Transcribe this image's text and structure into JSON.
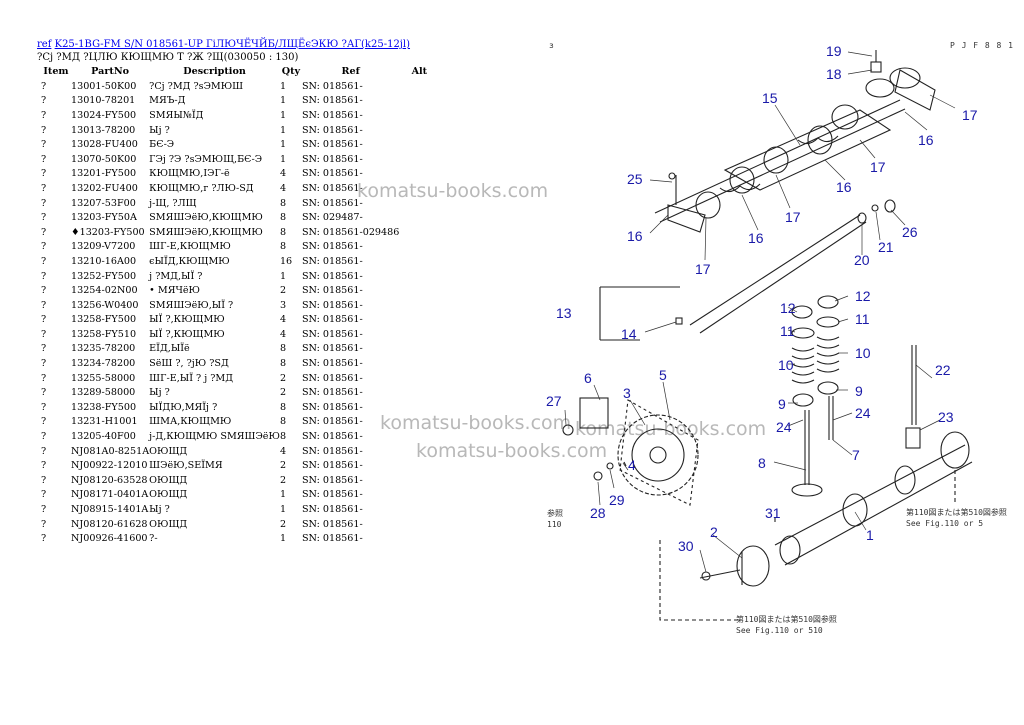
{
  "header": {
    "link_text": "ref",
    "title": "K25-1BG-FM S/N 018561-UP ГіЛЮЧЁЧЙБ/ЛЩЁєЭКЮ ?АГ(k25-12jl)",
    "subtitle": "?Cj ?МД ?ЦЛЮ КЮЩМЮ Т ?Ж ?Щ(030050 : 130)"
  },
  "table": {
    "headers": [
      "Item",
      "PartNo",
      "Description",
      "Qty",
      "Ref",
      "Alt"
    ],
    "rows": [
      {
        "item": "?",
        "part": "13001-50K00",
        "desc": "?Cj ?МД ?sЭМЮШ",
        "qty": "1",
        "ref": "SN: 018561-"
      },
      {
        "item": "?",
        "part": "13010-78201",
        "desc": "МЯЪ-Д",
        "qty": "1",
        "ref": "SN: 018561-"
      },
      {
        "item": "?",
        "part": "13024-FY500",
        "desc": "SМЯЫ№ЇД",
        "qty": "1",
        "ref": "SN: 018561-"
      },
      {
        "item": "?",
        "part": "13013-78200",
        "desc": "Ыj ?",
        "qty": "1",
        "ref": "SN: 018561-"
      },
      {
        "item": "?",
        "part": "13028-FU400",
        "desc": "БЄ-Э",
        "qty": "1",
        "ref": "SN: 018561-"
      },
      {
        "item": "?",
        "part": "13070-50K00",
        "desc": "ГЭj ?Э ?sЭМЮЩ,БЄ-Э",
        "qty": "1",
        "ref": "SN: 018561-"
      },
      {
        "item": "?",
        "part": "13201-FY500",
        "desc": "КЮЩМЮ,ІЭГ-ё",
        "qty": "4",
        "ref": "SN: 018561-"
      },
      {
        "item": "?",
        "part": "13202-FU400",
        "desc": "КЮЩМЮ,г ?ЛЮ-SД",
        "qty": "4",
        "ref": "SN: 018561-"
      },
      {
        "item": "?",
        "part": "13207-53F00",
        "desc": "j-Щ, ?ЛЩ",
        "qty": "8",
        "ref": "SN: 018561-"
      },
      {
        "item": "?",
        "part": "13203-FY50A",
        "desc": "SМЯШЭёЮ,КЮЩМЮ",
        "qty": "8",
        "ref": "SN: 029487-"
      },
      {
        "item": "?",
        "part": "♦13203-FY500",
        "desc": "SМЯШЭёЮ,КЮЩМЮ",
        "qty": "8",
        "ref": "SN: 018561-029486"
      },
      {
        "item": "?",
        "part": "13209-V7200",
        "desc": "ШГ-Е,КЮЩМЮ",
        "qty": "8",
        "ref": "SN: 018561-"
      },
      {
        "item": "?",
        "part": "13210-16A00",
        "desc": "єЫЇД,КЮЩМЮ",
        "qty": "16",
        "ref": "SN: 018561-"
      },
      {
        "item": "?",
        "part": "13252-FY500",
        "desc": "j ?МД,ЫЇ ?",
        "qty": "1",
        "ref": "SN: 018561-"
      },
      {
        "item": "?",
        "part": "13254-02N00",
        "desc": "• МЯЧёЮ",
        "qty": "2",
        "ref": "SN: 018561-"
      },
      {
        "item": "?",
        "part": "13256-W0400",
        "desc": "SМЯШЭёЮ,ЫЇ ?",
        "qty": "3",
        "ref": "SN: 018561-"
      },
      {
        "item": "?",
        "part": "13258-FY500",
        "desc": "ЫЇ ?,КЮЩМЮ",
        "qty": "4",
        "ref": "SN: 018561-"
      },
      {
        "item": "?",
        "part": "13258-FY510",
        "desc": "ЫЇ ?,КЮЩМЮ",
        "qty": "4",
        "ref": "SN: 018561-"
      },
      {
        "item": "?",
        "part": "13235-78200",
        "desc": "ЕЇД,ЫЇё",
        "qty": "8",
        "ref": "SN: 018561-"
      },
      {
        "item": "?",
        "part": "13234-78200",
        "desc": "SёШ ?, ?jЮ ?SД",
        "qty": "8",
        "ref": "SN: 018561-"
      },
      {
        "item": "?",
        "part": "13255-58000",
        "desc": "ШГ-Е,ЫЇ ? j ?МД",
        "qty": "2",
        "ref": "SN: 018561-"
      },
      {
        "item": "?",
        "part": "13289-58000",
        "desc": "Ыj ?",
        "qty": "2",
        "ref": "SN: 018561-"
      },
      {
        "item": "?",
        "part": "13238-FY500",
        "desc": "ЫЇДЮ,МЯЇj ?",
        "qty": "8",
        "ref": "SN: 018561-"
      },
      {
        "item": "?",
        "part": "13231-H1001",
        "desc": "ШМА,КЮЩМЮ",
        "qty": "8",
        "ref": "SN: 018561-"
      },
      {
        "item": "?",
        "part": "13205-40F00",
        "desc": "j-Д,КЮЩМЮ SМЯШЭёЮ",
        "qty": "8",
        "ref": "SN: 018561-"
      },
      {
        "item": "?",
        "part": "NJ081A0-8251A",
        "desc": "ОЮЩД",
        "qty": "4",
        "ref": "SN: 018561-"
      },
      {
        "item": "?",
        "part": "NJ00922-12010",
        "desc": "ШЭёЮ,SЕЇМЯ",
        "qty": "2",
        "ref": "SN: 018561-"
      },
      {
        "item": "?",
        "part": "NJ08120-63528",
        "desc": "ОЮЩД",
        "qty": "2",
        "ref": "SN: 018561-"
      },
      {
        "item": "?",
        "part": "NJ08171-0401A",
        "desc": "ОЮЩД",
        "qty": "1",
        "ref": "SN: 018561-"
      },
      {
        "item": "?",
        "part": "NJ08915-1401A",
        "desc": "Ыj ?",
        "qty": "1",
        "ref": "SN: 018561-"
      },
      {
        "item": "?",
        "part": "NJ08120-61628",
        "desc": "ОЮЩД",
        "qty": "2",
        "ref": "SN: 018561-"
      },
      {
        "item": "?",
        "part": "NJ00926-41600",
        "desc": "?-",
        "qty": "1",
        "ref": "SN: 018561-"
      }
    ]
  },
  "watermarks": [
    "komatsu-books.com",
    "komatsu-books.com",
    "komatsu-books.com",
    "komatsu-books.com"
  ],
  "diagram": {
    "page_code": "P J F 8 8 1",
    "corner_mark": "з",
    "callouts": [
      "19",
      "18",
      "17",
      "16",
      "15",
      "17",
      "16",
      "25",
      "17",
      "16",
      "17",
      "16",
      "20",
      "21",
      "26",
      "13",
      "14",
      "12",
      "12",
      "11",
      "11",
      "10",
      "10",
      "6",
      "3",
      "5",
      "9",
      "9",
      "22",
      "27",
      "24",
      "24",
      "23",
      "7",
      "4",
      "8",
      "29",
      "28",
      "31",
      "1",
      "2",
      "30"
    ],
    "side_note": [
      "参照",
      "110"
    ],
    "ref_note_jp": "第110図または第510図参照",
    "ref_note_en": "See Fig.110 or 510",
    "ref_note_en_short": "See Fig.110 or 5"
  },
  "colors": {
    "link": "#0000ee",
    "callout": "#1a1aa8",
    "watermark": "#b8b8b8"
  }
}
